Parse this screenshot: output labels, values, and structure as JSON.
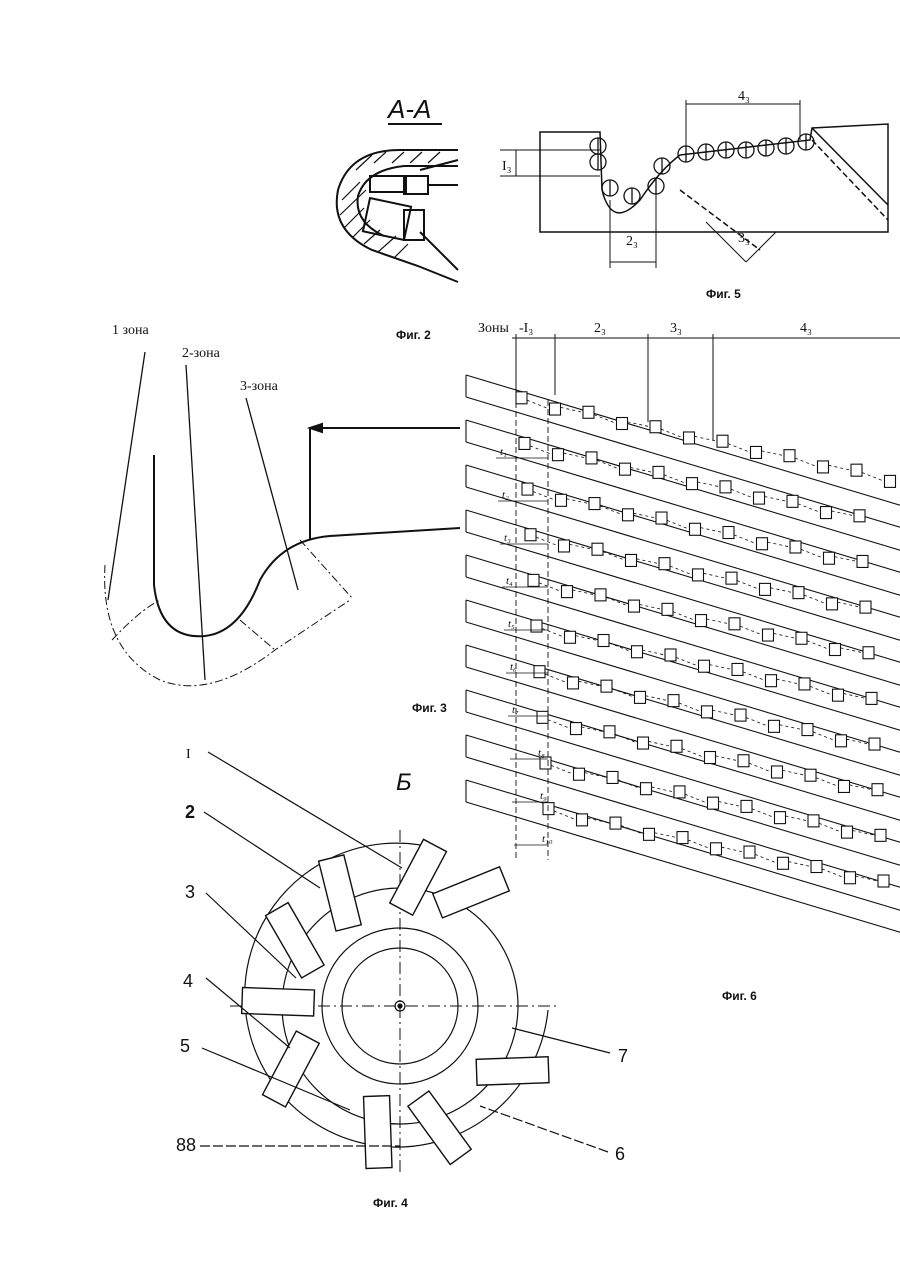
{
  "fig2": {
    "caption": "Фиг. 2",
    "section_label": "А-А"
  },
  "fig5": {
    "caption": "Фиг. 5",
    "dims": {
      "zone1": "I₃",
      "zone2": "2₃",
      "zone3": "3₃",
      "zone4": "4₃"
    }
  },
  "fig3": {
    "caption": "Фиг. 3",
    "zone_labels": [
      "1 зона",
      "2-зона",
      "3-зона"
    ]
  },
  "fig6": {
    "caption": "Фиг. 6",
    "header_prefix": "Зоны",
    "zone_headers": [
      "-I₃",
      "2₃",
      "3₃",
      "4₃"
    ],
    "row_offsets": [
      "t₁",
      "t₂",
      "t₃",
      "t₄",
      "t₅",
      "t₆",
      "t₇",
      "t₈",
      "t₉",
      "t₁₀"
    ]
  },
  "fig4": {
    "caption": "Фиг. 4",
    "view_label": "Б",
    "callouts": [
      "I",
      "2",
      "3",
      "4",
      "5",
      "88",
      "7",
      "6"
    ]
  }
}
